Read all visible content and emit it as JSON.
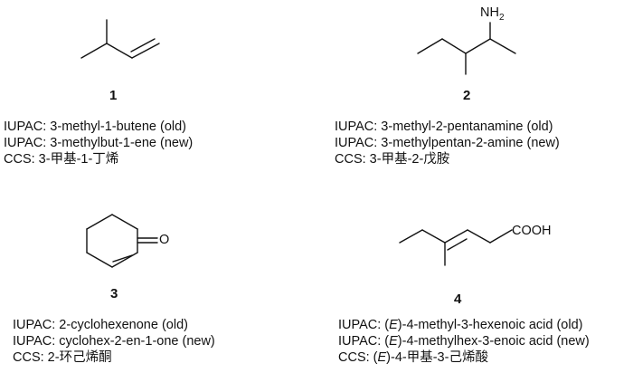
{
  "compounds": [
    {
      "number": "1",
      "iupac_old": "IUPAC: 3-methyl-1-butene (old)",
      "iupac_new": "IUPAC: 3-methylbut-1-ene (new)",
      "ccs": "CCS: 3-甲基-1-丁烯"
    },
    {
      "number": "2",
      "atom_label": "NH",
      "atom_label_sub": "2",
      "iupac_old": "IUPAC: 3-methyl-2-pentanamine (old)",
      "iupac_new": "IUPAC: 3-methylpentan-2-amine (new)",
      "ccs": "CCS: 3-甲基-2-戊胺"
    },
    {
      "number": "3",
      "atom_label": "O",
      "iupac_old": "IUPAC: 2-cyclohexenone (old)",
      "iupac_new": "IUPAC: cyclohex-2-en-1-one (new)",
      "ccs": "CCS: 2-环己烯酮"
    },
    {
      "number": "4",
      "atom_label": "COOH",
      "iupac_old_prefix": "IUPAC: (",
      "iupac_old_italic": "E",
      "iupac_old_suffix": ")-4-methyl-3-hexenoic acid (old)",
      "iupac_new_prefix": "IUPAC: (",
      "iupac_new_italic": "E",
      "iupac_new_suffix": ")-4-methylhex-3-enoic acid (new)",
      "ccs_prefix": "CCS: (",
      "ccs_italic": "E",
      "ccs_suffix": ")-4-甲基-3-己烯酸"
    }
  ]
}
